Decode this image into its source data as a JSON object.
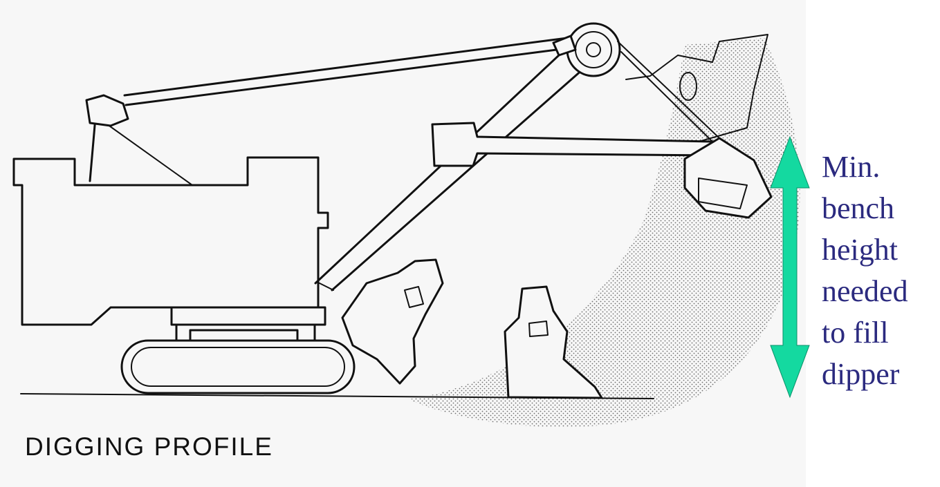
{
  "diagram": {
    "title": "DIGGING PROFILE",
    "annotation_lines": [
      "Min.",
      "bench",
      "height",
      "needed",
      "to fill",
      "dipper"
    ],
    "colors": {
      "annotation_text": "#2b2a7f",
      "arrow": "#14d9a0",
      "linework": "#111111",
      "stipple": "#555555"
    }
  }
}
